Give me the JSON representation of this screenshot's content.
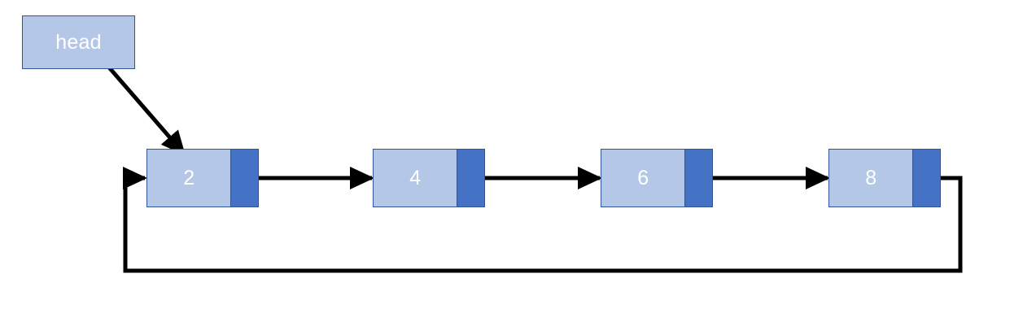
{
  "diagram": {
    "title": "circular-singly-linked-list",
    "colors": {
      "node_data_fill": "#B4C7E7",
      "node_pointer_fill": "#4472C4",
      "node_border": "#2F5597",
      "arrow": "#000000",
      "label_text": "#FFFFFF",
      "background": "#FFFFFF"
    },
    "head_label": "head",
    "nodes": [
      {
        "value": "2"
      },
      {
        "value": "4"
      },
      {
        "value": "6"
      },
      {
        "value": "8"
      }
    ],
    "connections": {
      "head_to_first": "head points to node 2",
      "node_links": [
        "2 -> 4",
        "4 -> 6",
        "6 -> 8"
      ],
      "tail_to_head": "8 -> 2 (circular loop back)"
    }
  }
}
